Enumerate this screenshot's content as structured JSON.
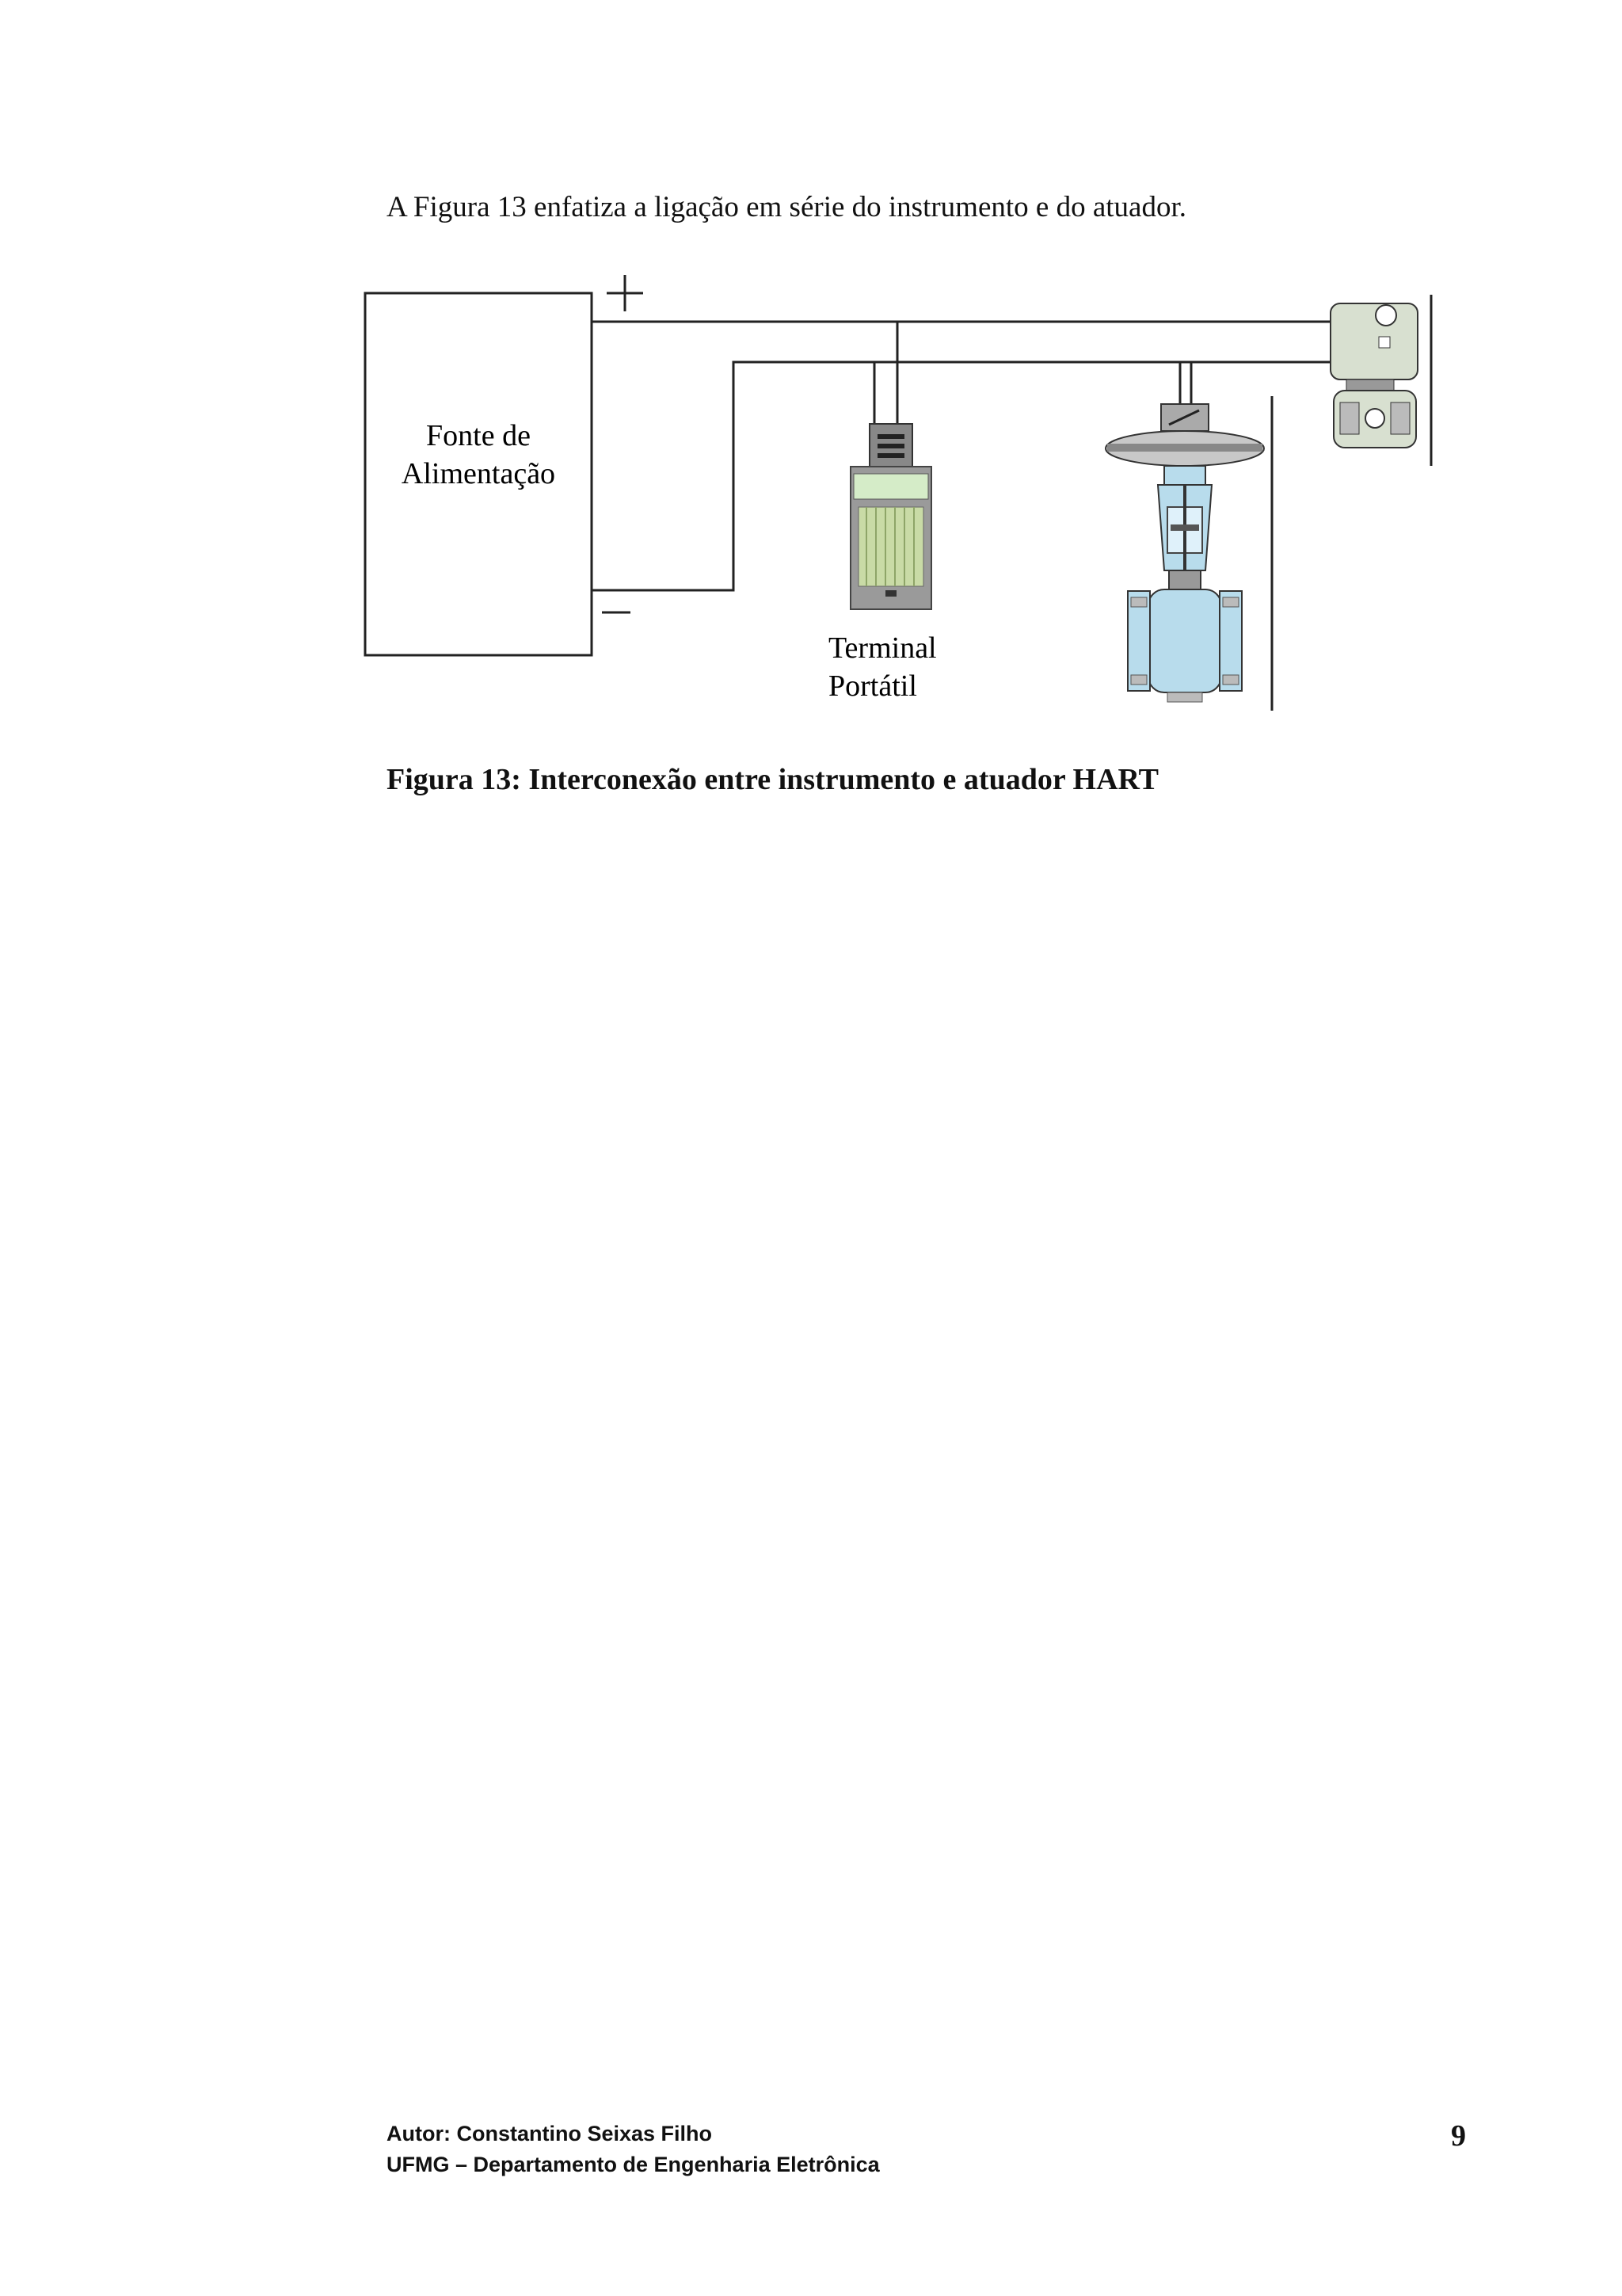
{
  "document": {
    "intro": "A Figura 13 enfatiza a ligação em série do instrumento e do atuador.",
    "caption": "Figura 13: Interconexão entre instrumento e atuador HART"
  },
  "figure": {
    "power_supply_line1": "Fonte de",
    "power_supply_line2": "Alimentação",
    "plus_sign": "+",
    "minus_sign": "−",
    "terminal_line1": "Terminal",
    "terminal_line2": "Portátil"
  },
  "footer": {
    "author": "Autor: Constantino Seixas Filho",
    "department": "UFMG – Departamento de Engenharia Eletrônica",
    "page_number": "9"
  }
}
